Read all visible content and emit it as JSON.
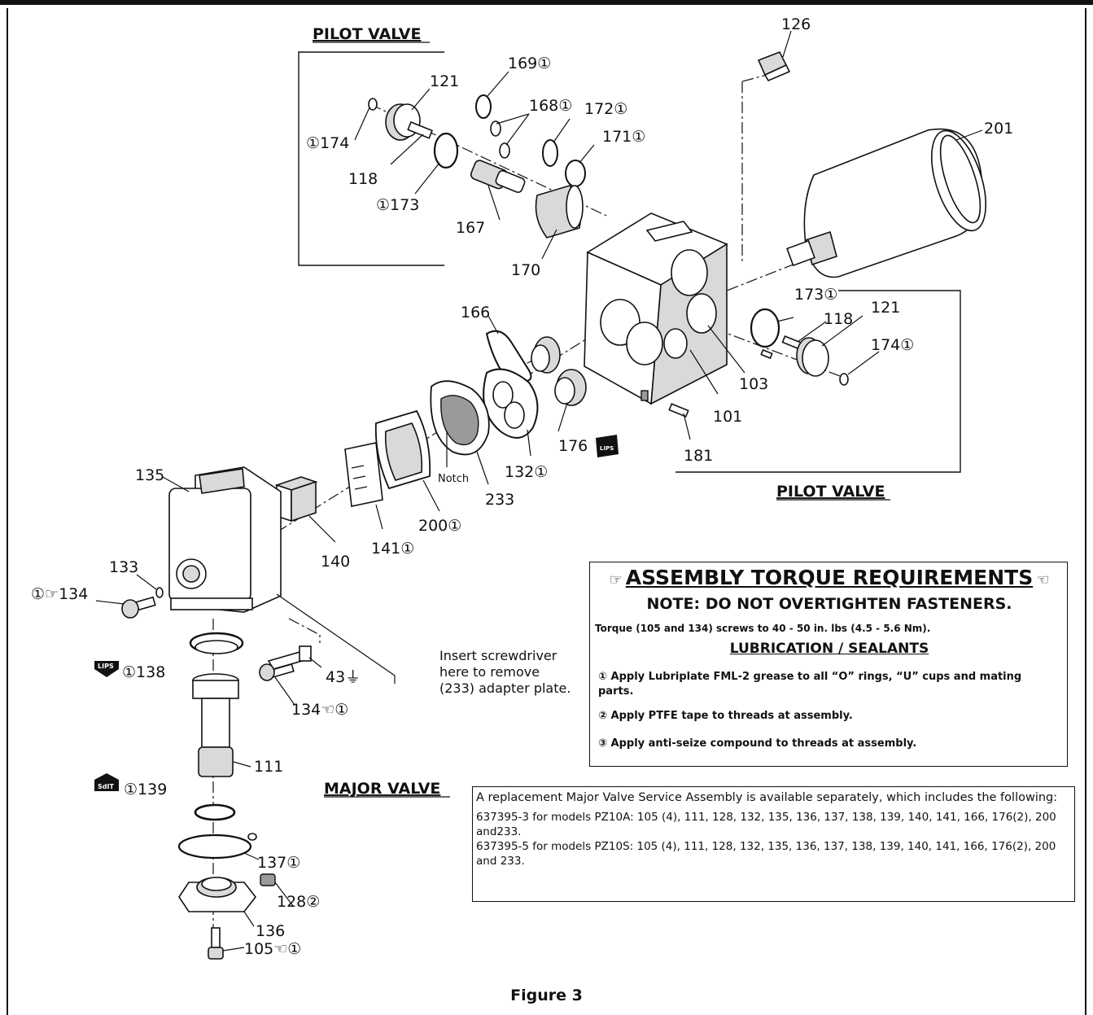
{
  "headers": {
    "pilot_valve_top": "PILOT VALVE",
    "pilot_valve_right": "PILOT VALVE",
    "major_valve": "MAJOR VALVE"
  },
  "callouts": {
    "c126": "126",
    "c169": "169①",
    "c121a": "121",
    "c168": "168①",
    "c172": "172①",
    "c201": "201",
    "c171": "171①",
    "c174a": "①174",
    "c118a": "118",
    "c173a": "①173",
    "c167": "167",
    "c170": "170",
    "c173b": "173①",
    "c121b": "121",
    "c118b": "118",
    "c166": "166",
    "c174b": "174①",
    "c103": "103",
    "c101": "101",
    "c176": "176",
    "c181": "181",
    "c132": "132①",
    "c233": "233",
    "notch": "Notch",
    "c135": "135",
    "c200": "200①",
    "c140": "140",
    "c141": "141①",
    "c133": "133",
    "c134a": "①☞134",
    "c138": "①138",
    "c43": "43⏚",
    "c134b": "134☜①",
    "c111": "111",
    "c139": "①139",
    "c137": "137①",
    "c128": "128②",
    "c136": "136",
    "c105": "105☜①"
  },
  "screwdriver_note": "Insert screwdriver here to remove (233) adapter plate.",
  "torque": {
    "title": "ASSEMBLY TORQUE REQUIREMENTS",
    "left_hand": "☞",
    "right_hand": "☜",
    "note": "NOTE: DO NOT OVERTIGHTEN FASTENERS.",
    "spec": "Torque (105 and 134) screws to 40 - 50 in. lbs (4.5 - 5.6 Nm)."
  },
  "lubrication": {
    "title": "LUBRICATION / SEALANTS",
    "item1": "① Apply Lubriplate FML-2 grease to all “O” rings, “U” cups and mating parts.",
    "item2": "② Apply PTFE tape to threads at assembly.",
    "item3": "③ Apply anti-seize compound to threads at assembly."
  },
  "service_assembly": {
    "intro": "A replacement Major Valve Service Assembly is available separately, which includes the following:",
    "line1": "637395-3 for models PZ10A: 105 (4), 111, 128, 132, 135, 136, 137, 138, 139, 140, 141, 166, 176(2), 200 and233.",
    "line2": "637395-5 for models PZ10S: 105 (4), 111, 128, 132, 135, 136, 137, 138, 139, 140, 141, 166, 176(2), 200 and 233."
  },
  "badges": {
    "lips": "LIPS",
    "dip": "SdIT"
  },
  "figure_caption": "Figure 3"
}
